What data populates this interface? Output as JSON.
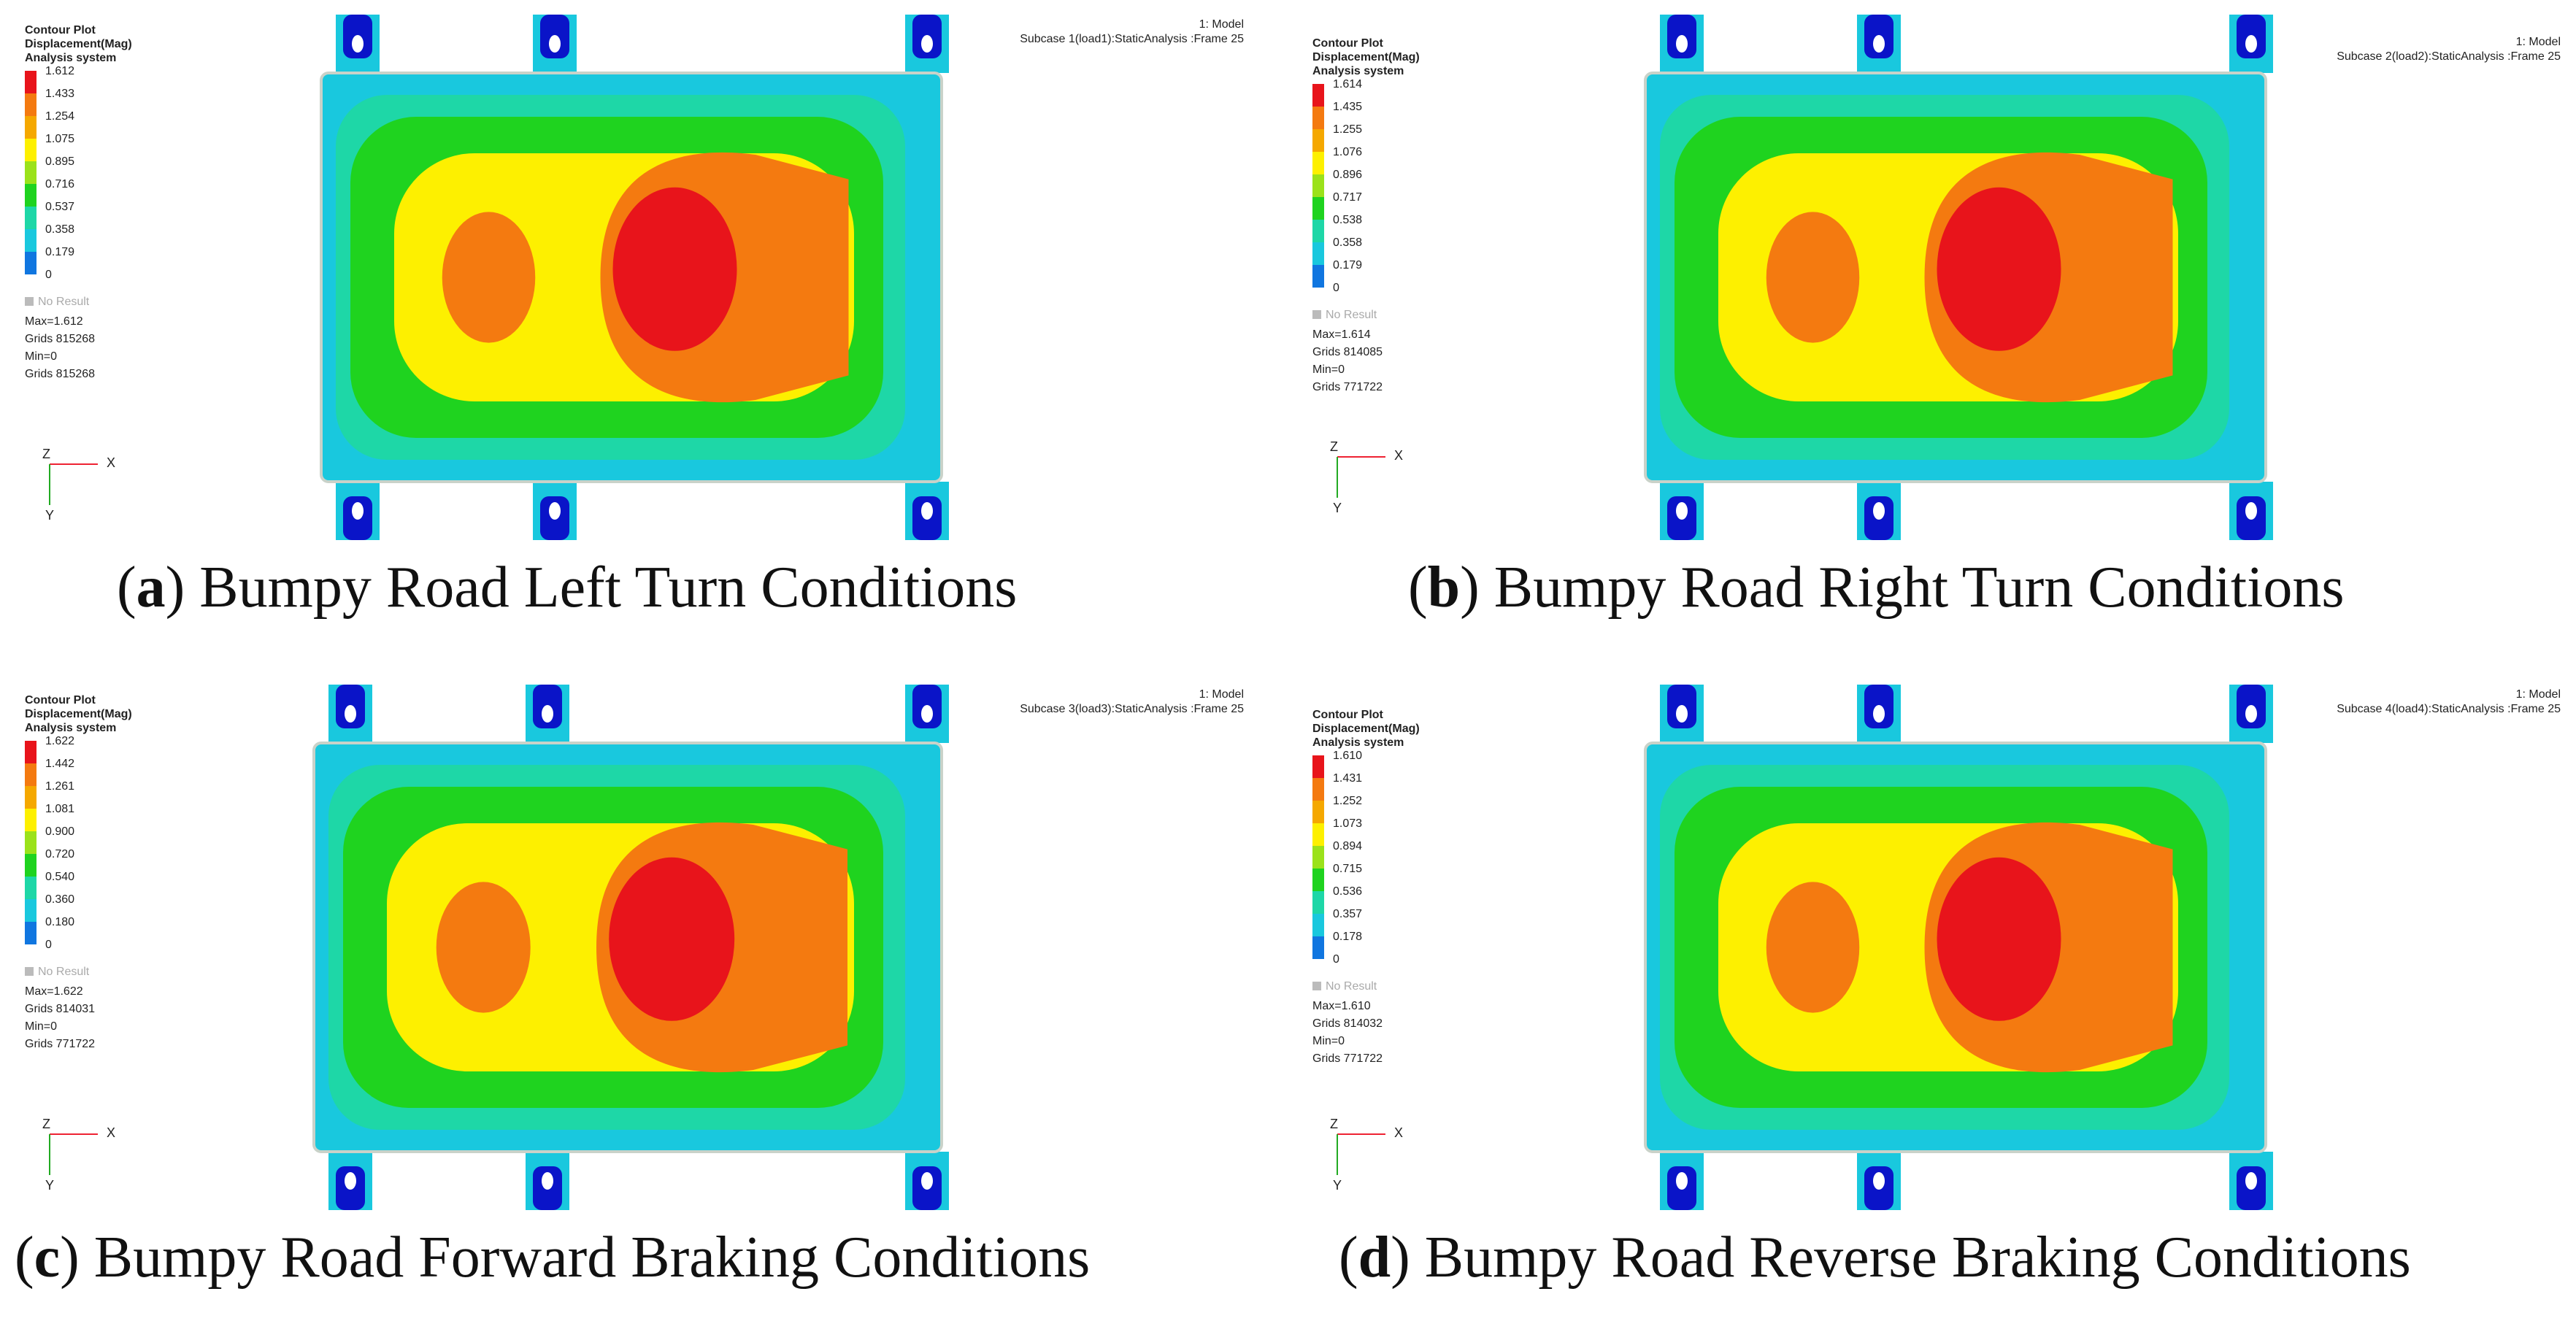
{
  "panels": [
    {
      "letter": "a",
      "caption": "Bumpy Road Left Turn Conditions",
      "legend_title": [
        "Contour Plot",
        "Displacement(Mag)",
        "Analysis system"
      ],
      "scale": [
        "1.612",
        "1.433",
        "1.254",
        "1.075",
        "0.895",
        "0.716",
        "0.537",
        "0.358",
        "0.179",
        "0"
      ],
      "no_result": "No Result",
      "stats": [
        "Max=1.612",
        "Grids 815268",
        "Min=0",
        "Grids 815268"
      ],
      "model_line1": "1: Model",
      "model_line2": "Subcase 1(load1):StaticAnalysis :Frame 25"
    },
    {
      "letter": "b",
      "caption": "Bumpy Road Right Turn Conditions",
      "legend_title": [
        "Contour Plot",
        "Displacement(Mag)",
        "Analysis system"
      ],
      "scale": [
        "1.614",
        "1.435",
        "1.255",
        "1.076",
        "0.896",
        "0.717",
        "0.538",
        "0.358",
        "0.179",
        "0"
      ],
      "no_result": "No Result",
      "stats": [
        "Max=1.614",
        "Grids 814085",
        "Min=0",
        "Grids 771722"
      ],
      "model_line1": "1: Model",
      "model_line2": "Subcase 2(load2):StaticAnalysis :Frame 25"
    },
    {
      "letter": "c",
      "caption": "Bumpy Road Forward Braking Conditions",
      "legend_title": [
        "Contour Plot",
        "Displacement(Mag)",
        "Analysis system"
      ],
      "scale": [
        "1.622",
        "1.442",
        "1.261",
        "1.081",
        "0.900",
        "0.720",
        "0.540",
        "0.360",
        "0.180",
        "0"
      ],
      "no_result": "No Result",
      "stats": [
        "Max=1.622",
        "Grids 814031",
        "Min=0",
        "Grids 771722"
      ],
      "model_line1": "1: Model",
      "model_line2": "Subcase 3(load3):StaticAnalysis :Frame 25"
    },
    {
      "letter": "d",
      "caption": "Bumpy Road Reverse Braking Conditions",
      "legend_title": [
        "Contour Plot",
        "Displacement(Mag)",
        "Analysis system"
      ],
      "scale": [
        "1.610",
        "1.431",
        "1.252",
        "1.073",
        "0.894",
        "0.715",
        "0.536",
        "0.357",
        "0.178",
        "0"
      ],
      "no_result": "No Result",
      "stats": [
        "Max=1.610",
        "Grids 814032",
        "Min=0",
        "Grids 771722"
      ],
      "model_line1": "1: Model",
      "model_line2": "Subcase 4(load4):StaticAnalysis :Frame 25"
    }
  ],
  "axes": {
    "z": "Z",
    "x": "X",
    "y": "Y"
  },
  "colors": {
    "scale": [
      "#e8141b",
      "#f47a10",
      "#f5a800",
      "#fdf000",
      "#9be21a",
      "#1fd31f",
      "#1ed7a7",
      "#19c8de",
      "#1076e0",
      "#0a14c8"
    ],
    "plate_edge": "#c9d2c9"
  }
}
